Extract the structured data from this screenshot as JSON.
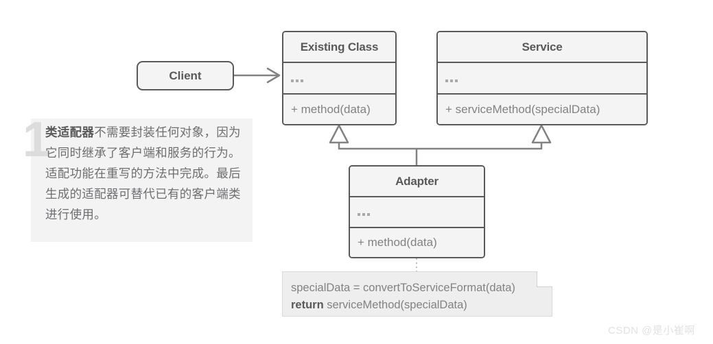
{
  "diagram": {
    "type": "uml-class-diagram",
    "title": "Class Adapter pattern structure",
    "colors": {
      "box_border": "#58595b",
      "box_fill": "#f4f4f4",
      "text_primary": "#58595b",
      "text_secondary": "#808285",
      "panel_fill": "#f3f3f3",
      "note_fill": "#eeeeee",
      "connector": "#808285",
      "watermark": "#e2e2e4"
    }
  },
  "client": {
    "label": "Client"
  },
  "existing_class": {
    "title": "Existing Class",
    "attributes": "...",
    "operations": "+ method(data)"
  },
  "service": {
    "title": "Service",
    "attributes": "...",
    "operations": "+ serviceMethod(specialData)"
  },
  "adapter": {
    "title": "Adapter",
    "attributes": "...",
    "operations": "+ method(data)"
  },
  "code_note": {
    "line1": "specialData = convertToServiceFormat(data)",
    "line2_keyword": "return",
    "line2_rest": " serviceMethod(specialData)"
  },
  "annotation": {
    "number": "1",
    "bold_lead": "类适配器",
    "body": "不需要封装任何对象，因为它同时继承了客户端和服务的行为。适配功能在重写的方法中完成。最后生成的适配器可替代已有的客户端类进行使用。"
  },
  "watermark": {
    "text": "CSDN @是小崔啊"
  }
}
